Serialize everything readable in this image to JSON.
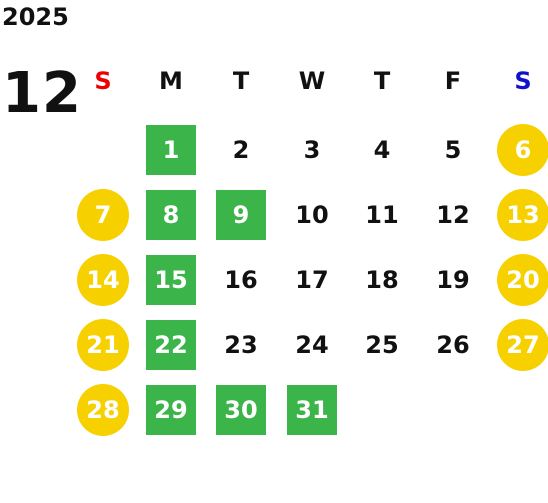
{
  "calendar": {
    "year": "2025",
    "month": "12",
    "weekdays": [
      "S",
      "M",
      "T",
      "W",
      "T",
      "F",
      "S"
    ],
    "colors": {
      "sunday_header": "#ee0000",
      "saturday_header": "#1111cc",
      "weekday_header": "#111111",
      "weekend_circle": "#f7d000",
      "holiday_box": "#3bb44a",
      "day_text": "#111111"
    },
    "first_weekday": 1,
    "days": [
      {
        "d": "1",
        "type": "holiday"
      },
      {
        "d": "2",
        "type": "normal"
      },
      {
        "d": "3",
        "type": "normal"
      },
      {
        "d": "4",
        "type": "normal"
      },
      {
        "d": "5",
        "type": "normal"
      },
      {
        "d": "6",
        "type": "weekend"
      },
      {
        "d": "7",
        "type": "weekend"
      },
      {
        "d": "8",
        "type": "holiday"
      },
      {
        "d": "9",
        "type": "holiday"
      },
      {
        "d": "10",
        "type": "normal"
      },
      {
        "d": "11",
        "type": "normal"
      },
      {
        "d": "12",
        "type": "normal"
      },
      {
        "d": "13",
        "type": "weekend"
      },
      {
        "d": "14",
        "type": "weekend"
      },
      {
        "d": "15",
        "type": "holiday"
      },
      {
        "d": "16",
        "type": "normal"
      },
      {
        "d": "17",
        "type": "normal"
      },
      {
        "d": "18",
        "type": "normal"
      },
      {
        "d": "19",
        "type": "normal"
      },
      {
        "d": "20",
        "type": "weekend"
      },
      {
        "d": "21",
        "type": "weekend"
      },
      {
        "d": "22",
        "type": "holiday"
      },
      {
        "d": "23",
        "type": "normal"
      },
      {
        "d": "24",
        "type": "normal"
      },
      {
        "d": "25",
        "type": "normal"
      },
      {
        "d": "26",
        "type": "normal"
      },
      {
        "d": "27",
        "type": "weekend"
      },
      {
        "d": "28",
        "type": "weekend"
      },
      {
        "d": "29",
        "type": "holiday"
      },
      {
        "d": "30",
        "type": "holiday"
      },
      {
        "d": "31",
        "type": "holiday"
      }
    ]
  }
}
